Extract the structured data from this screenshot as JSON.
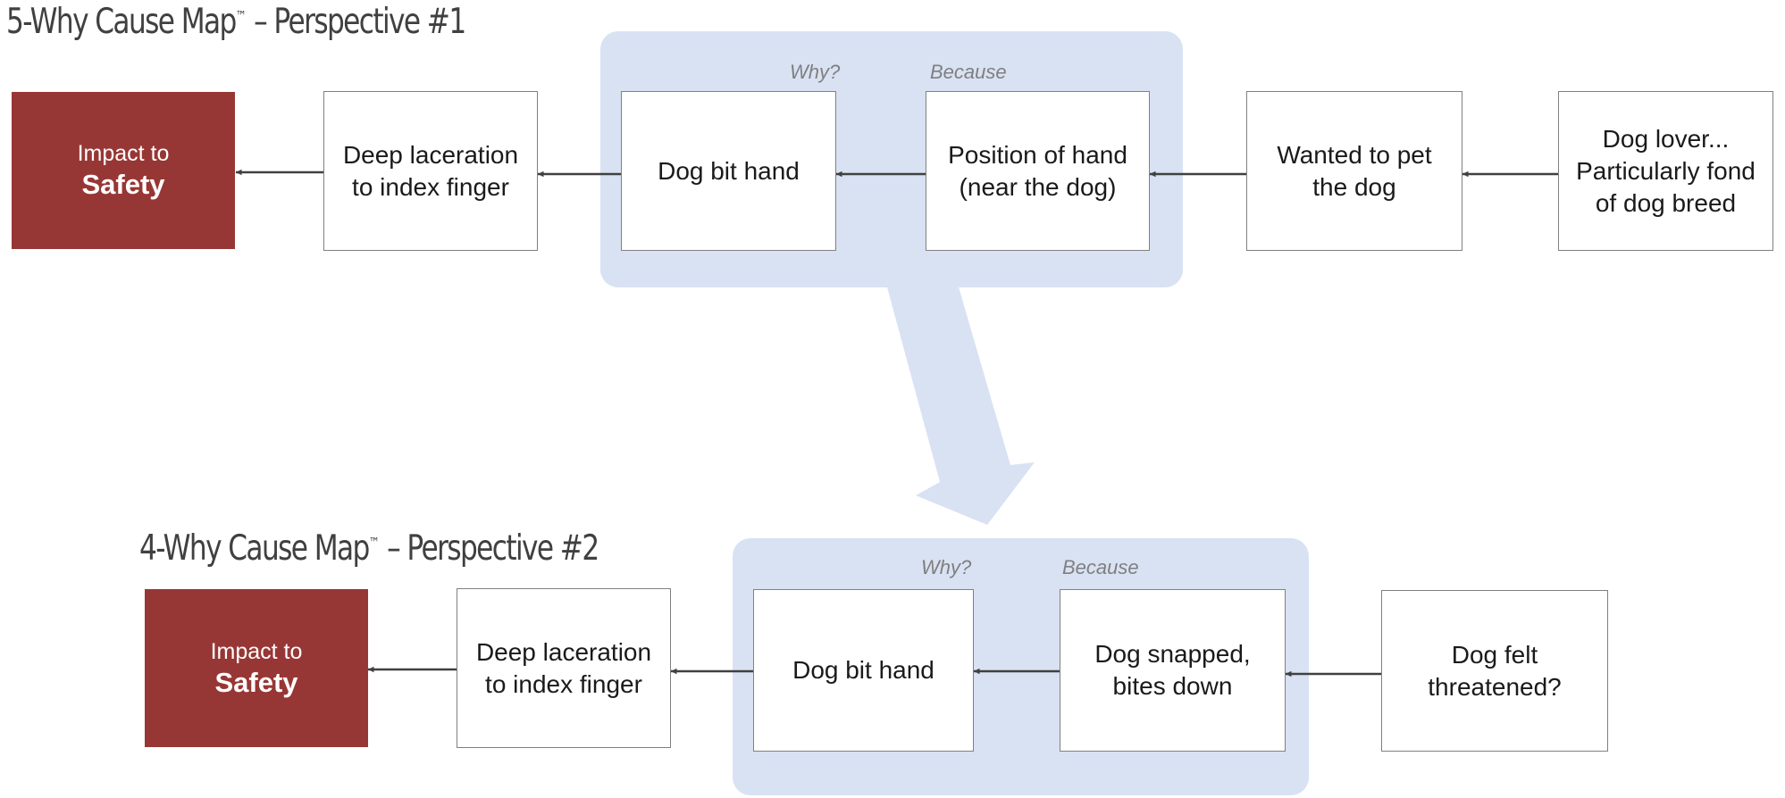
{
  "perspective1": {
    "title": "5-Why Cause Map",
    "tm": "™",
    "subtitle": "– Perspective #1",
    "impact": {
      "line1": "Impact to",
      "line2": "Safety"
    },
    "why_label": "Why?",
    "because_label": "Because",
    "boxes": [
      "Deep laceration\nto index finger",
      "Dog bit hand",
      "Position of hand\n(near the dog)",
      "Wanted to pet\nthe dog",
      "Dog lover...\nParticularly fond\nof dog breed"
    ]
  },
  "perspective2": {
    "title": "4-Why Cause Map",
    "tm": "™",
    "subtitle": "– Perspective #2",
    "impact": {
      "line1": "Impact to",
      "line2": "Safety"
    },
    "why_label": "Why?",
    "because_label": "Because",
    "boxes": [
      "Deep laceration\nto index finger",
      "Dog bit hand",
      "Dog snapped,\nbites down",
      "Dog felt\nthreatened?"
    ]
  },
  "colors": {
    "impact": "#973735",
    "highlight_panel": "#d9e2f3",
    "box_border": "#808080",
    "arrow": "#404040"
  }
}
